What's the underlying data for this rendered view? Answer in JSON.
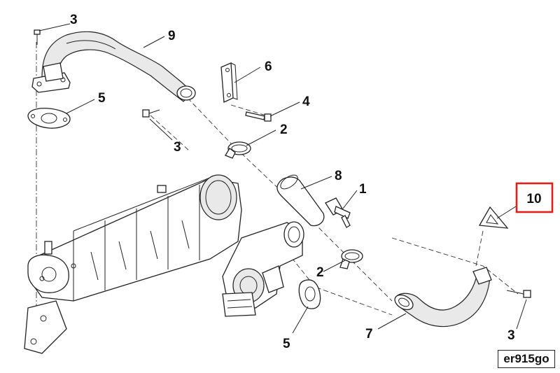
{
  "callouts": {
    "bolt_top_left": "3",
    "pipe_upper": "9",
    "gasket_left": "5",
    "bracket": "6",
    "bolt_bracket": "4",
    "bolt_middle": "3",
    "clamp_upper": "2",
    "hose": "8",
    "sensor": "1",
    "clamp_lower": "2",
    "gasket_lower": "5",
    "pipe_lower": "7",
    "bolt_right": "3",
    "warning_label": "10"
  },
  "highlight_color": "#e0201b",
  "reference_code": "er915go"
}
